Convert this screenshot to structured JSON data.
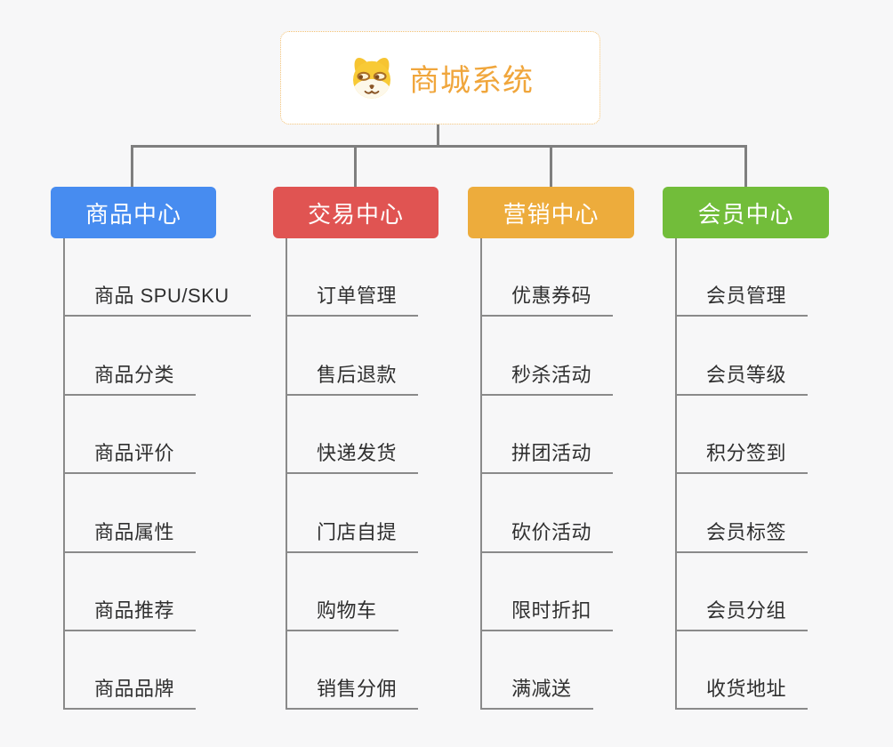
{
  "page": {
    "background": "#f7f7f8",
    "connector_color": "#7f7f7f",
    "item_line_color": "#8a8a8a"
  },
  "root": {
    "title": "商城系统",
    "icon": "dog-face-icon",
    "text_color": "#f0a63c",
    "border_color": "#f2c174"
  },
  "branches": [
    {
      "label": "商品中心",
      "color": "#478CF0",
      "items": [
        "商品 SPU/SKU",
        "商品分类",
        "商品评价",
        "商品属性",
        "商品推荐",
        "商品品牌"
      ]
    },
    {
      "label": "交易中心",
      "color": "#E05452",
      "items": [
        "订单管理",
        "售后退款",
        "快递发货",
        "门店自提",
        "购物车",
        "销售分佣"
      ]
    },
    {
      "label": "营销中心",
      "color": "#EDAC3C",
      "items": [
        "优惠券码",
        "秒杀活动",
        "拼团活动",
        "砍价活动",
        "限时折扣",
        "满减送"
      ]
    },
    {
      "label": "会员中心",
      "color": "#72BD3A",
      "items": [
        "会员管理",
        "会员等级",
        "积分签到",
        "会员标签",
        "会员分组",
        "收货地址"
      ]
    }
  ]
}
